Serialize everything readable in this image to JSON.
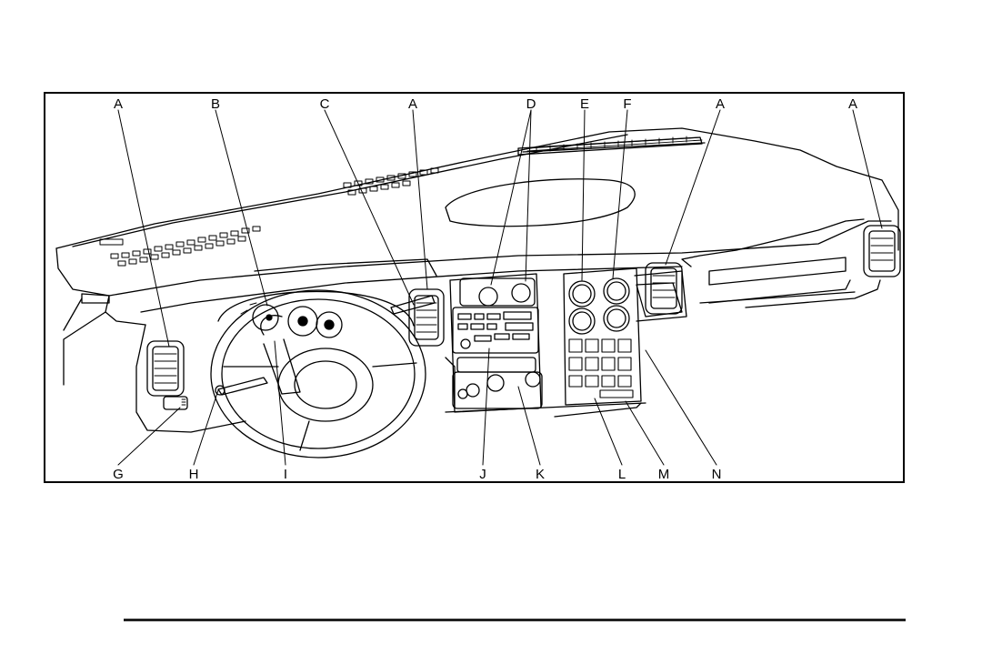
{
  "figure": {
    "description_labels": {
      "top": [
        "A",
        "B",
        "C",
        "A",
        "D",
        "E",
        "F",
        "A",
        "A"
      ],
      "bottom": [
        "G",
        "H",
        "I",
        "J",
        "K",
        "L",
        "M",
        "N"
      ]
    }
  },
  "colors": {
    "line": "#000000",
    "background": "#ffffff",
    "rule": "#222222"
  }
}
